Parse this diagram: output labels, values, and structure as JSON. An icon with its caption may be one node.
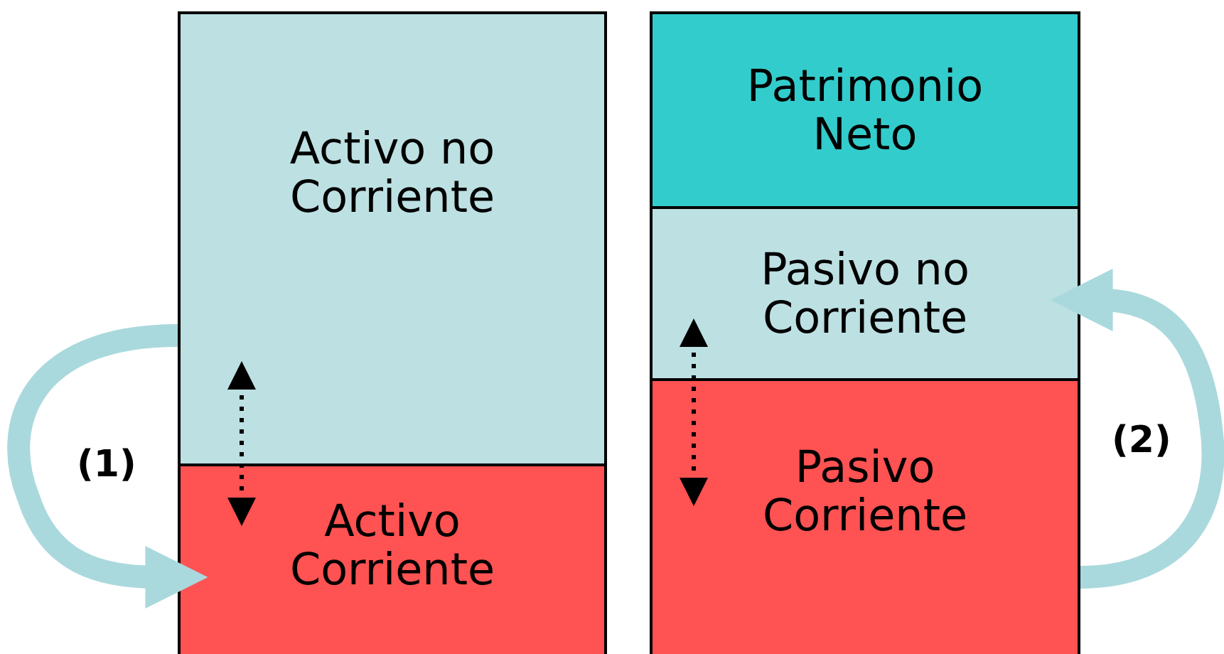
{
  "diagram": {
    "nodes": [
      {
        "text": [
          "Activo no Corriente"
        ]
      },
      {
        "text": [
          "Activo Corriente"
        ]
      },
      {
        "text": [
          "Patrimonio Neto"
        ]
      },
      {
        "text": [
          "Pasivo no Corriente"
        ]
      },
      {
        "text": [
          "Pasivo Corriente"
        ]
      }
    ],
    "edges": [
      {
        "from": 0,
        "to": 1,
        "arrow": "to",
        "label": "(1)",
        "style": "thick",
        "color": "#a9d9dd"
      },
      {
        "from": 0,
        "to": 1,
        "arrow": "both",
        "style": "dashed",
        "color": "#000000"
      },
      {
        "from": 3,
        "to": 4,
        "arrow": "both",
        "style": "dashed",
        "color": "#000000"
      },
      {
        "from": 4,
        "to": 3,
        "arrow": "to",
        "label": "(2)",
        "style": "thick",
        "color": "#a9d9dd"
      }
    ]
  }
}
